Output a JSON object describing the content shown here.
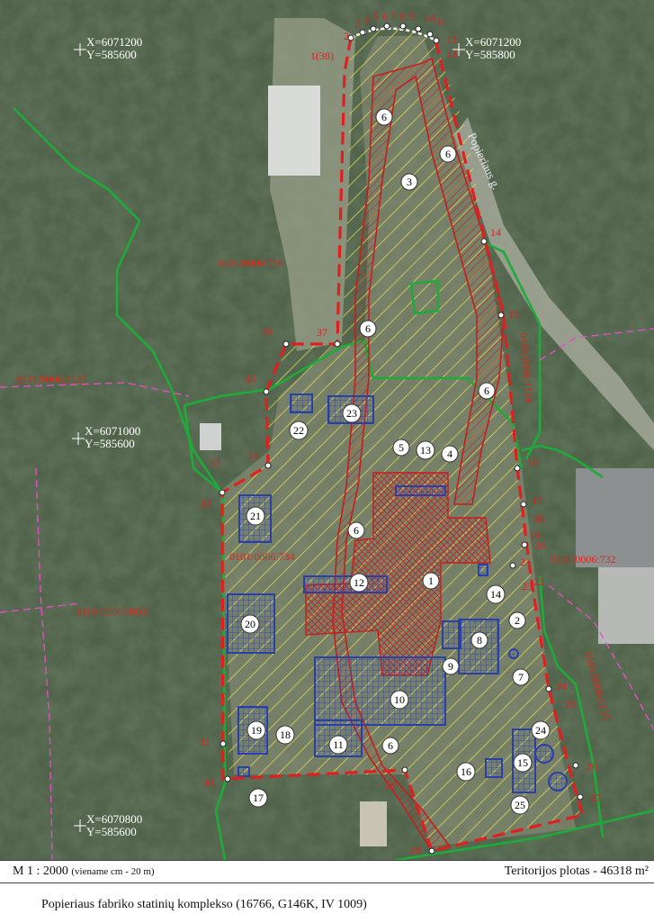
{
  "map": {
    "coords": [
      {
        "x": "X=6071200",
        "y": "Y=585600"
      },
      {
        "x": "X=6071200",
        "y": "Y=585800"
      },
      {
        "x": "X=6071000",
        "y": "Y=585600"
      },
      {
        "x": "X=6070800",
        "y": "Y=585600"
      }
    ],
    "parcels": [
      "0101/0006:756",
      "0101/0006:2125",
      "0101/0006:734",
      "0101/0006:3053",
      "0101/0006:732",
      "0101/0006:1114",
      "0101/0006:1135"
    ],
    "street": "Popieriaus g.",
    "vertex_labels": [
      "1(38)",
      "2",
      "3",
      "4",
      "5",
      "6",
      "7",
      "8",
      "9",
      "10",
      "11",
      "12",
      "13",
      "14",
      "15",
      "16",
      "17",
      "18",
      "19",
      "20",
      "21",
      "22",
      "23",
      "24",
      "25",
      "26",
      "27",
      "28",
      "29",
      "30",
      "31",
      "32",
      "33",
      "34",
      "35",
      "36",
      "37"
    ],
    "building_numbers": [
      "1",
      "2",
      "3",
      "4",
      "5",
      "6",
      "7",
      "8",
      "9",
      "10",
      "11",
      "12",
      "13",
      "14",
      "15",
      "16",
      "17",
      "18",
      "19",
      "20",
      "21",
      "22",
      "23",
      "24",
      "25"
    ],
    "colors": {
      "boundary": "#e02020",
      "cadastre": "#1faa3a",
      "building": "#2a3fa8",
      "hatch": "#e8dc4a",
      "planned": "#cc1f1f",
      "utility": "#d040a0"
    }
  },
  "footer": {
    "scale": "M 1 : 2000",
    "scale_note": "(viename cm - 20 m)",
    "area": "Teritorijos plotas - 46318 m²"
  },
  "caption": "Popieriaus fabriko statinių komplekso (16766, G146K, IV 1009)"
}
